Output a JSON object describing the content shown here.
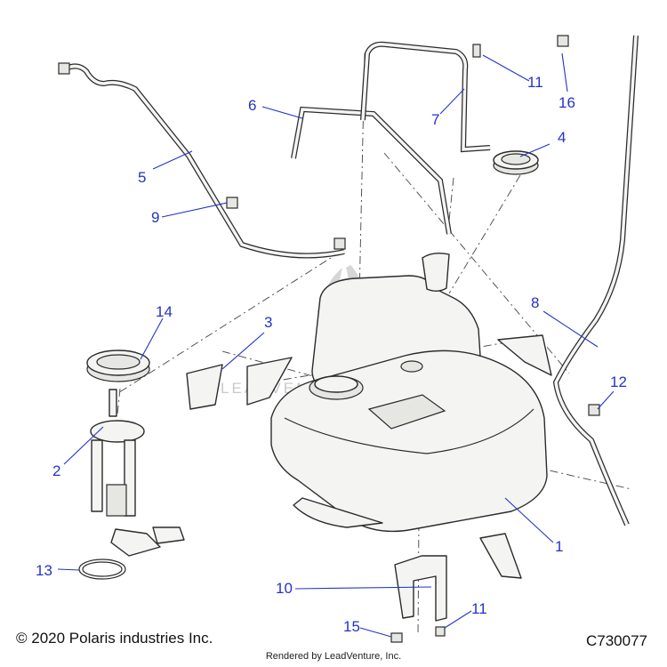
{
  "callouts": {
    "c1": "1",
    "c2": "2",
    "c3": "3",
    "c4": "4",
    "c5": "5",
    "c6": "6",
    "c7": "7",
    "c8": "8",
    "c9": "9",
    "c10": "10",
    "c11a": "11",
    "c11b": "11",
    "c12": "12",
    "c13": "13",
    "c14": "14",
    "c15": "15",
    "c16": "16"
  },
  "watermark": "LEADVENTURE",
  "footer": {
    "copyright": "© 2020 Polaris industries Inc.",
    "drawing_number": "C730077",
    "rendered_by": "Rendered by LeadVenture, Inc."
  },
  "colors": {
    "callout": "#2333c8",
    "line": "#2b2b2b",
    "part_fill": "#f4f4f2",
    "watermark": "#c9c9c9"
  }
}
